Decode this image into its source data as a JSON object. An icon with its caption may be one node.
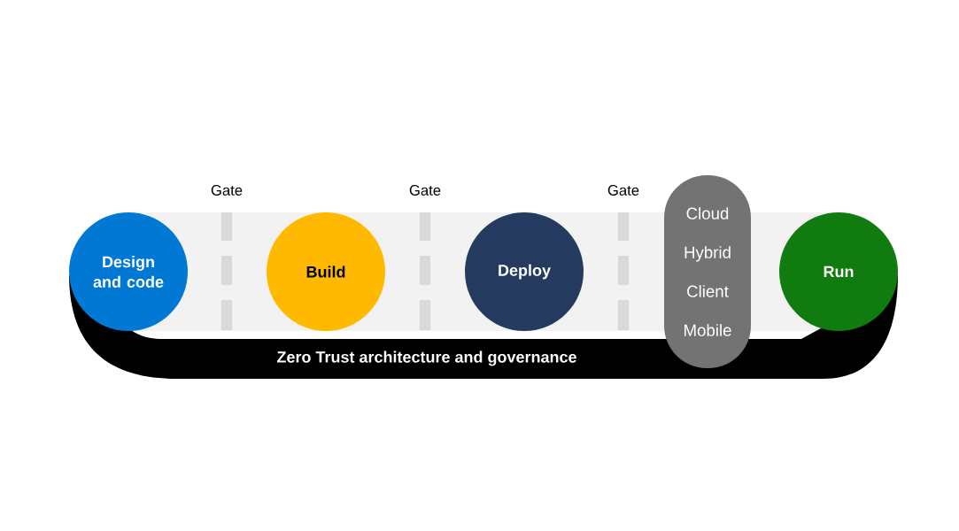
{
  "diagram": {
    "nodes": [
      {
        "text": [
          "Zero Trust architecture and governance"
        ]
      },
      {
        "text": [
          "Design and code"
        ]
      },
      {
        "text": [
          "Build"
        ]
      },
      {
        "text": [
          "Deploy"
        ]
      },
      {
        "text": [
          "Cloud",
          "Hybrid",
          "Client",
          "Mobile"
        ]
      },
      {
        "text": [
          "Run"
        ]
      }
    ],
    "labels": [
      "Gate",
      "Gate",
      "Gate"
    ]
  }
}
